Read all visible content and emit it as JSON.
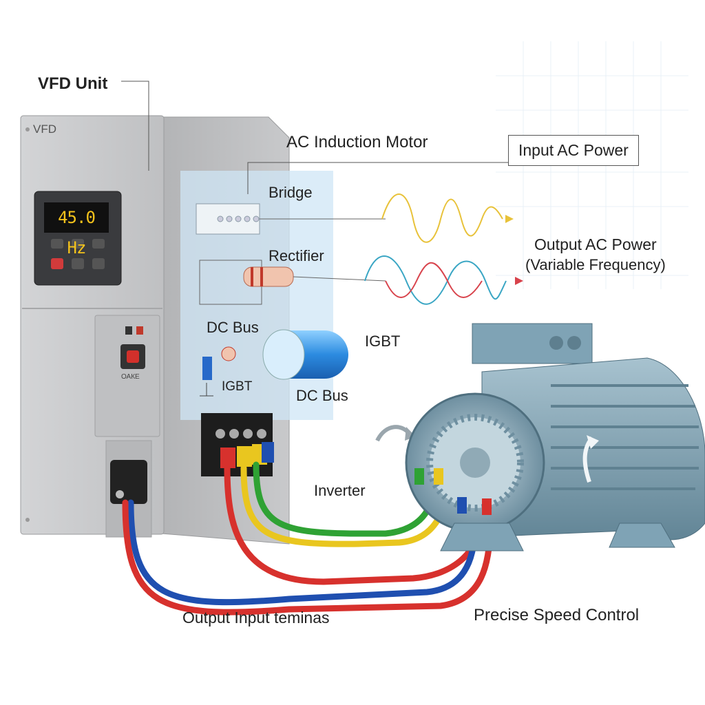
{
  "labels": {
    "vfd_unit": "VFD Unit",
    "vfd_brand": "VFD",
    "ac_motor": "AC Induction Motor",
    "input_ac": "Input AC Power",
    "bridge": "Bridge",
    "rectifier": "Rectifier",
    "output_ac": "Output AC Power",
    "output_ac_sub": "(Variable Frequency)",
    "dc_bus_1": "DC Bus",
    "igbt_1": "IGBT",
    "igbt_2": "IGBT",
    "dc_bus_2": "DC Bus",
    "inverter": "Inverter",
    "terminals": "Output Input teminas",
    "speed_control": "Precise Speed Control",
    "switch_label": "ОАКЕ"
  },
  "display": {
    "frequency": "45.0 Hz"
  },
  "colors": {
    "drive_body": "#c9cacc",
    "motor": "#7fa3b5",
    "wave_input": "#e8c23a",
    "wave_output_red": "#d8434c",
    "wave_output_blue": "#3aa6c4",
    "cable_red": "#d7312d",
    "cable_blue": "#1f4fb0",
    "cable_green": "#2fa234",
    "cable_yellow": "#e9c61f"
  }
}
